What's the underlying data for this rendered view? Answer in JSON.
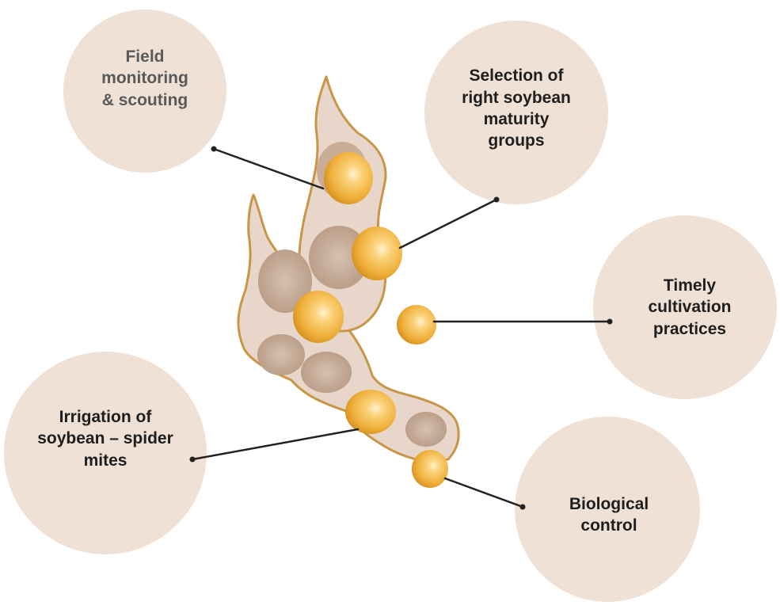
{
  "colors": {
    "bubble_fill": "#efe1d6",
    "pod_fill": "#e7d6c9",
    "pod_outline": "#c79747",
    "pod_cavity": "#c4ab97",
    "seed": "#f0b33c",
    "seed_highlight": "#fde8b5",
    "connector": "#222222",
    "text": "#1e1e1e",
    "text_muted": "#595959"
  },
  "illustration": {
    "subject": "soybean-pod",
    "seeds_in_pod": 4,
    "loose_seeds": 2
  },
  "labels": {
    "field_monitoring": "Field\nmonitoring\n& scouting",
    "maturity_groups": "Selection of\nright soybean\nmaturity\ngroups",
    "cultivation": "Timely\ncultivation\npractices",
    "irrigation": "Irrigation of\nsoybean – spider\nmites",
    "biological": "Biological\ncontrol"
  }
}
